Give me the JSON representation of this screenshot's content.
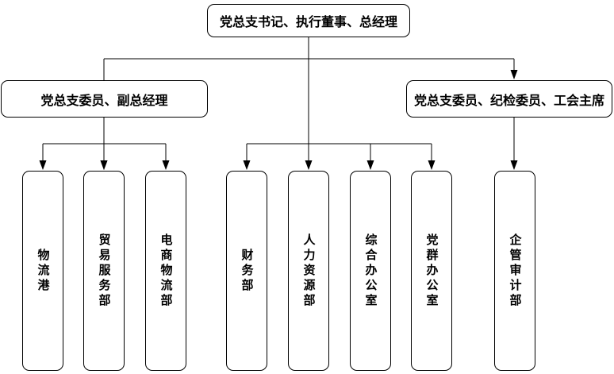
{
  "chart": {
    "root": {
      "label": "党总支书记、执行董事、总经理"
    },
    "level2": [
      {
        "label": "党总支委员、副总经理"
      },
      {
        "label": "党总支委员、纪检委员、工会主席"
      }
    ],
    "departments": [
      {
        "label": "物流港"
      },
      {
        "label": "贸易服务部"
      },
      {
        "label": "电商物流部"
      },
      {
        "label": "财务部"
      },
      {
        "label": "人力资源部"
      },
      {
        "label": "综合办公室"
      },
      {
        "label": "党群办公室"
      },
      {
        "label": "企管审计部"
      }
    ],
    "hierarchy": {
      "党总支书记、执行董事、总经理": [
        "党总支委员、副总经理",
        "党总支委员、纪检委员、工会主席",
        "财务部",
        "人力资源部",
        "综合办公室",
        "党群办公室"
      ],
      "党总支委员、副总经理": [
        "物流港",
        "贸易服务部",
        "电商物流部"
      ],
      "党总支委员、纪检委员、工会主席": [
        "企管审计部"
      ]
    },
    "colors": {
      "line": "#000000",
      "border": "#000000",
      "background": "#ffffff",
      "text": "#000000"
    }
  }
}
